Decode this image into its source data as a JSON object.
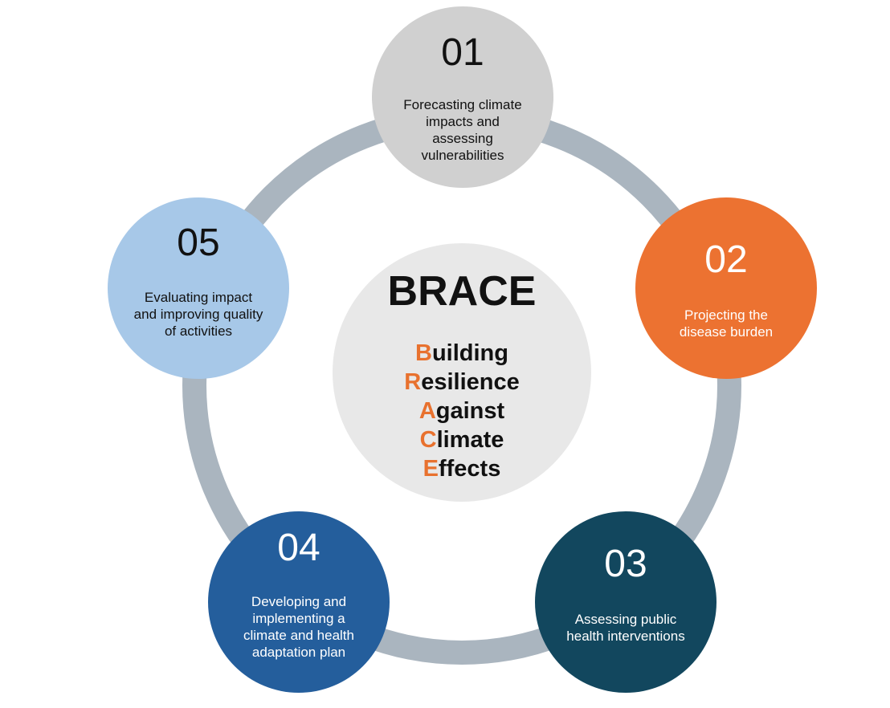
{
  "diagram": {
    "colors": {
      "ring": "#aab5bf",
      "center_bg": "#e8e8e8",
      "acronym_accent": "#e8712e",
      "text_dark": "#111111"
    },
    "center": {
      "title": "BRACE",
      "acronym": [
        {
          "letter": "B",
          "rest": "uilding"
        },
        {
          "letter": "R",
          "rest": "esilience"
        },
        {
          "letter": "A",
          "rest": "gainst"
        },
        {
          "letter": "C",
          "rest": "limate"
        },
        {
          "letter": "E",
          "rest": "ffects"
        }
      ]
    },
    "steps": [
      {
        "number": "01",
        "text": "Forecasting climate impacts and assessing vulnerabilities",
        "color": "#d0d0d0",
        "text_color": "#111111"
      },
      {
        "number": "02",
        "text": "Projecting the disease burden",
        "color": "#ec7231",
        "text_color": "#ffffff"
      },
      {
        "number": "03",
        "text": "Assessing public health interventions",
        "color": "#12475e",
        "text_color": "#ffffff"
      },
      {
        "number": "04",
        "text": "Developing and implementing a climate and health adaptation plan",
        "color": "#245e9c",
        "text_color": "#ffffff"
      },
      {
        "number": "05",
        "text": "Evaluating impact and improving quality of activities",
        "color": "#a7c8e8",
        "text_color": "#111111"
      }
    ]
  }
}
